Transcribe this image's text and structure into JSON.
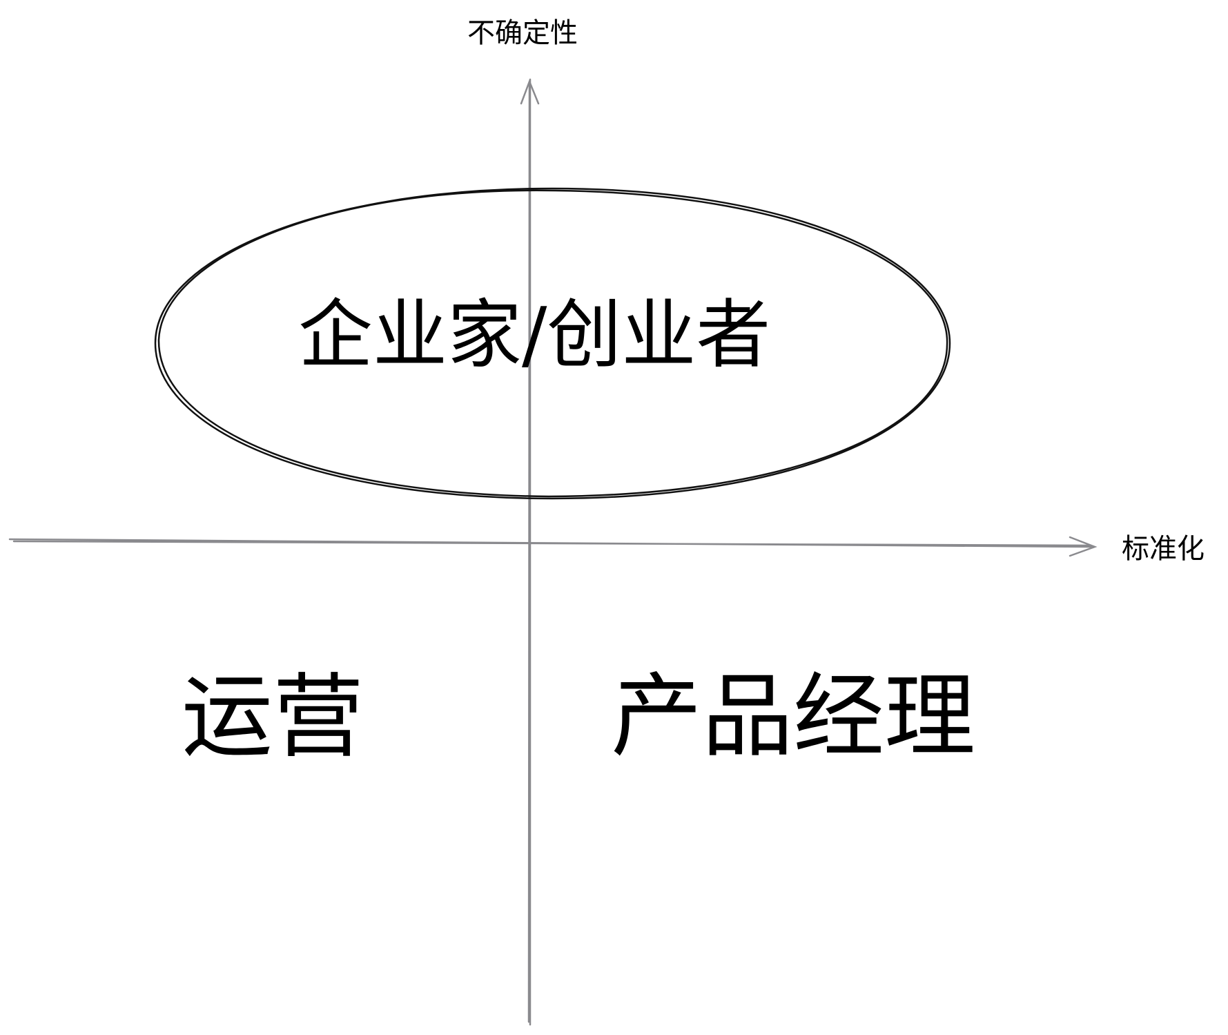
{
  "axes": {
    "y_label": "不确定性",
    "x_label": "标准化"
  },
  "regions": {
    "ellipse_label": "企业家/创业者",
    "bottom_left_label": "运营",
    "bottom_right_label": "产品经理"
  },
  "colors": {
    "axis": "#8a8a8e",
    "ink": "#000000"
  }
}
